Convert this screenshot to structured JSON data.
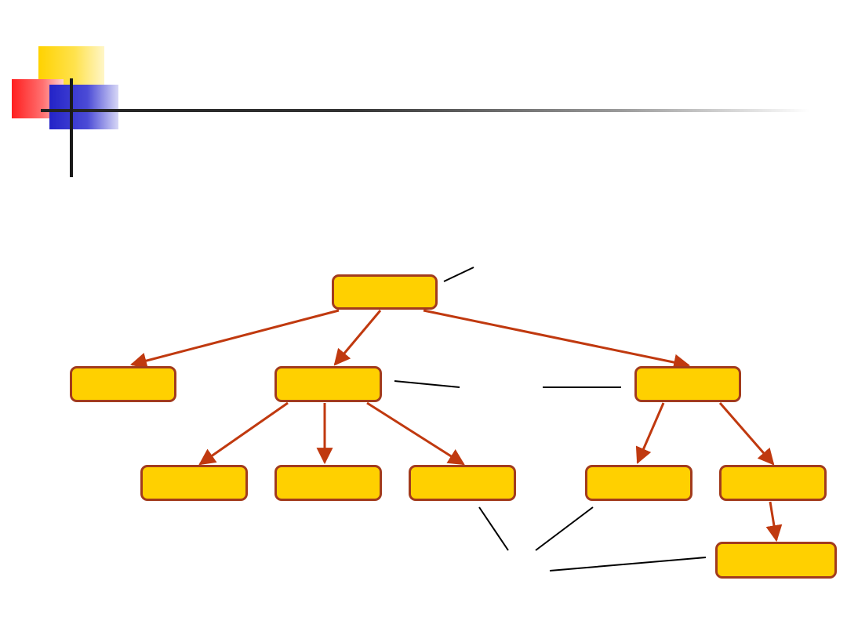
{
  "slide": {
    "title": ""
  },
  "diagram": {
    "nodes": [
      {
        "id": "root",
        "label": ""
      },
      {
        "id": "child-left",
        "label": ""
      },
      {
        "id": "child-middle",
        "label": ""
      },
      {
        "id": "child-right",
        "label": ""
      },
      {
        "id": "grandchild-1",
        "label": ""
      },
      {
        "id": "grandchild-2",
        "label": ""
      },
      {
        "id": "grandchild-3",
        "label": ""
      },
      {
        "id": "grandchild-4",
        "label": ""
      },
      {
        "id": "grandchild-5",
        "label": ""
      },
      {
        "id": "great-grandchild",
        "label": ""
      }
    ],
    "edges": [
      [
        "root",
        "child-left"
      ],
      [
        "root",
        "child-middle"
      ],
      [
        "root",
        "child-right"
      ],
      [
        "child-middle",
        "grandchild-1"
      ],
      [
        "child-middle",
        "grandchild-2"
      ],
      [
        "child-middle",
        "grandchild-3"
      ],
      [
        "child-right",
        "grandchild-4"
      ],
      [
        "child-right",
        "grandchild-5"
      ],
      [
        "grandchild-5",
        "great-grandchild"
      ]
    ],
    "callouts": {
      "root": "",
      "siblings": "",
      "leaves": ""
    }
  },
  "colors": {
    "node_fill": "#ffd000",
    "node_border": "#a23b1d",
    "edge": "#c0390f",
    "callout_line": "#000000",
    "accent_yellow": "#ffd200",
    "accent_red": "#ff1f1f",
    "accent_blue": "#2323c8"
  }
}
